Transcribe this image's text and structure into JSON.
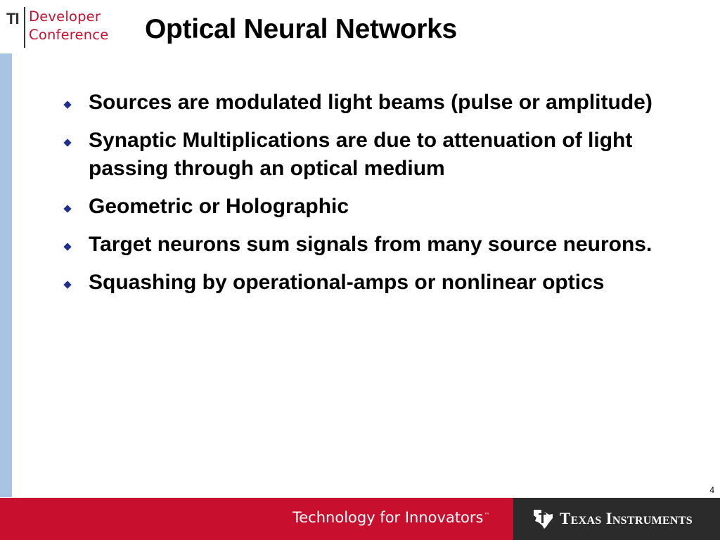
{
  "header": {
    "logo_ti": "TI",
    "logo_line1": "Developer",
    "logo_line2": "Conference",
    "title": "Optical Neural Networks"
  },
  "bullets": [
    {
      "text": "Sources are modulated light beams (pulse or amplitude)"
    },
    {
      "text": "Synaptic Multiplications are due to attenuation of light passing through an optical medium"
    },
    {
      "text": "Geometric or Holographic"
    },
    {
      "text": "Target neurons sum signals from many source neurons."
    },
    {
      "text": "Squashing by operational-amps or nonlinear optics"
    }
  ],
  "page_number": "4",
  "footer": {
    "tagline": "Technology for Innovators",
    "tagline_tm": "™",
    "brand": "Texas Instruments",
    "brand_icon": "ti-texas-logo-icon"
  },
  "colors": {
    "title": "#000000",
    "logo_red": "#c8102e",
    "left_stripe": "#a8c3e3",
    "bullet_diamond": "#1f2e8c",
    "footer_red": "#c8102e",
    "footer_dark": "#2b2b2b"
  }
}
